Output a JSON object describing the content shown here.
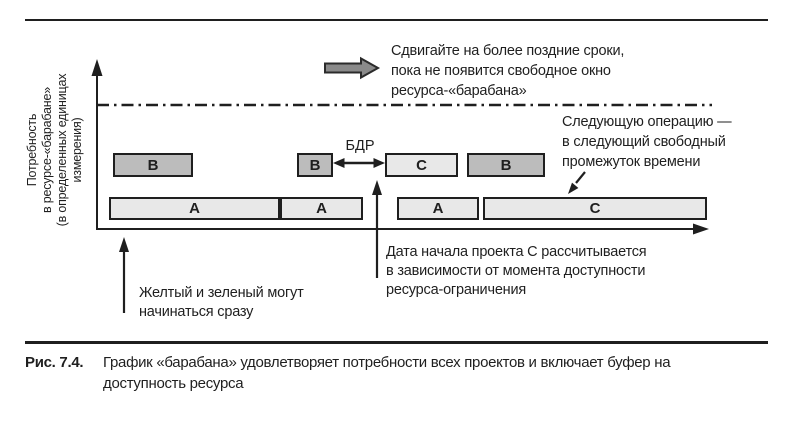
{
  "figure": {
    "caption_number": "Рис. 7.4.",
    "caption_text": "График «барабана» удовлетворяет потребности всех проектов и включает буфер на\nдоступность ресурса"
  },
  "diagram": {
    "y_axis_label": "Потребность\nв ресурсе-«барабане»\n(в определенных единицах\nизмерения)",
    "buffer_label": "БДР",
    "annotations": {
      "shift_later": "Сдвигайте на более поздние сроки,\nпока не появится свободное окно\nресурса-«барабана»",
      "next_operation": "Следующую операцию —\nв следующий свободный\nпромежуток времени",
      "project_c_start": "Дата начала проекта С рассчитывается\nв зависимости от момента доступности\nресурса-ограничения",
      "start_immediately": "Желтый и зеленый могут\nначинаться сразу"
    },
    "bars": {
      "top_row": [
        {
          "label": "B",
          "shade": "dark"
        },
        {
          "label": "B",
          "shade": "dark"
        },
        {
          "label": "C",
          "shade": "light"
        },
        {
          "label": "B",
          "shade": "dark"
        }
      ],
      "bottom_row": [
        {
          "label": "A",
          "shade": "light"
        },
        {
          "label": "A",
          "shade": "light"
        },
        {
          "label": "A",
          "shade": "light"
        },
        {
          "label": "C",
          "shade": "light"
        }
      ]
    },
    "colors": {
      "outline": "#1f1f1f",
      "bar_dark_fill": "#bcbcbc",
      "bar_light_fill": "#e8e8e8",
      "block_arrow_fill": "#8a8a8a"
    }
  }
}
